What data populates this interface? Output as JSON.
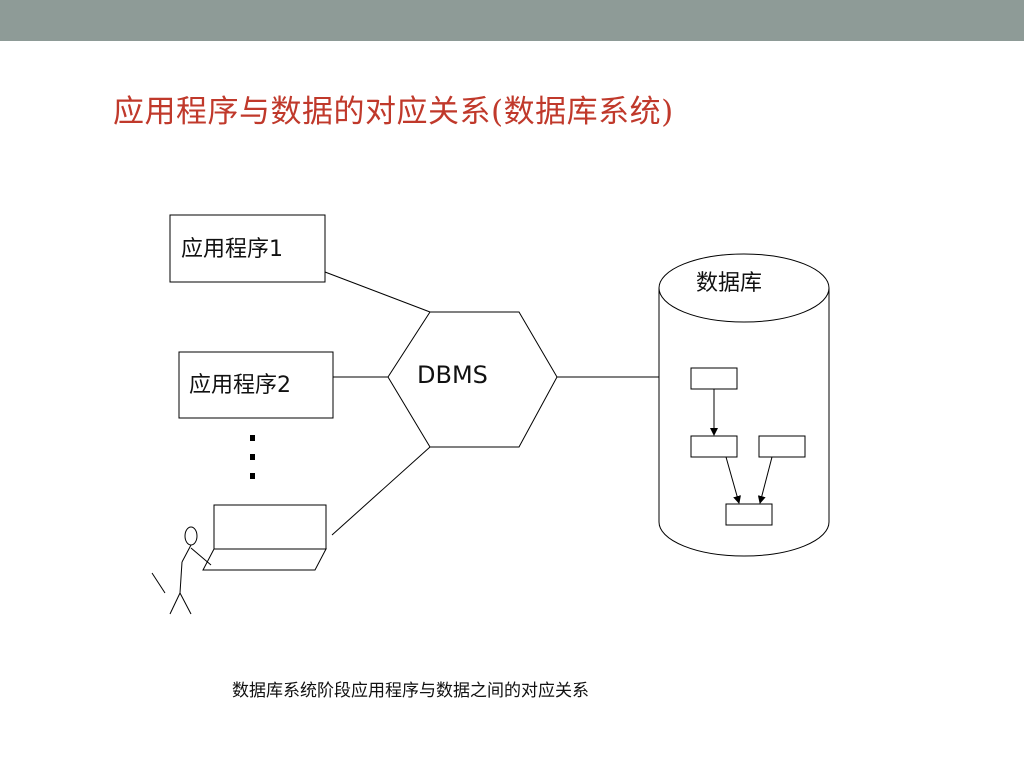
{
  "header": {
    "bar_color": "#8e9b97",
    "title": "应用程序与数据的对应关系(数据库系统)",
    "title_color": "#c0392b"
  },
  "diagram": {
    "app1_label": "应用程序1",
    "app2_label": "应用程序2",
    "dbms_label": "DBMS",
    "database_label": "数据库"
  },
  "caption": "数据库系统阶段应用程序与数据之间的对应关系"
}
